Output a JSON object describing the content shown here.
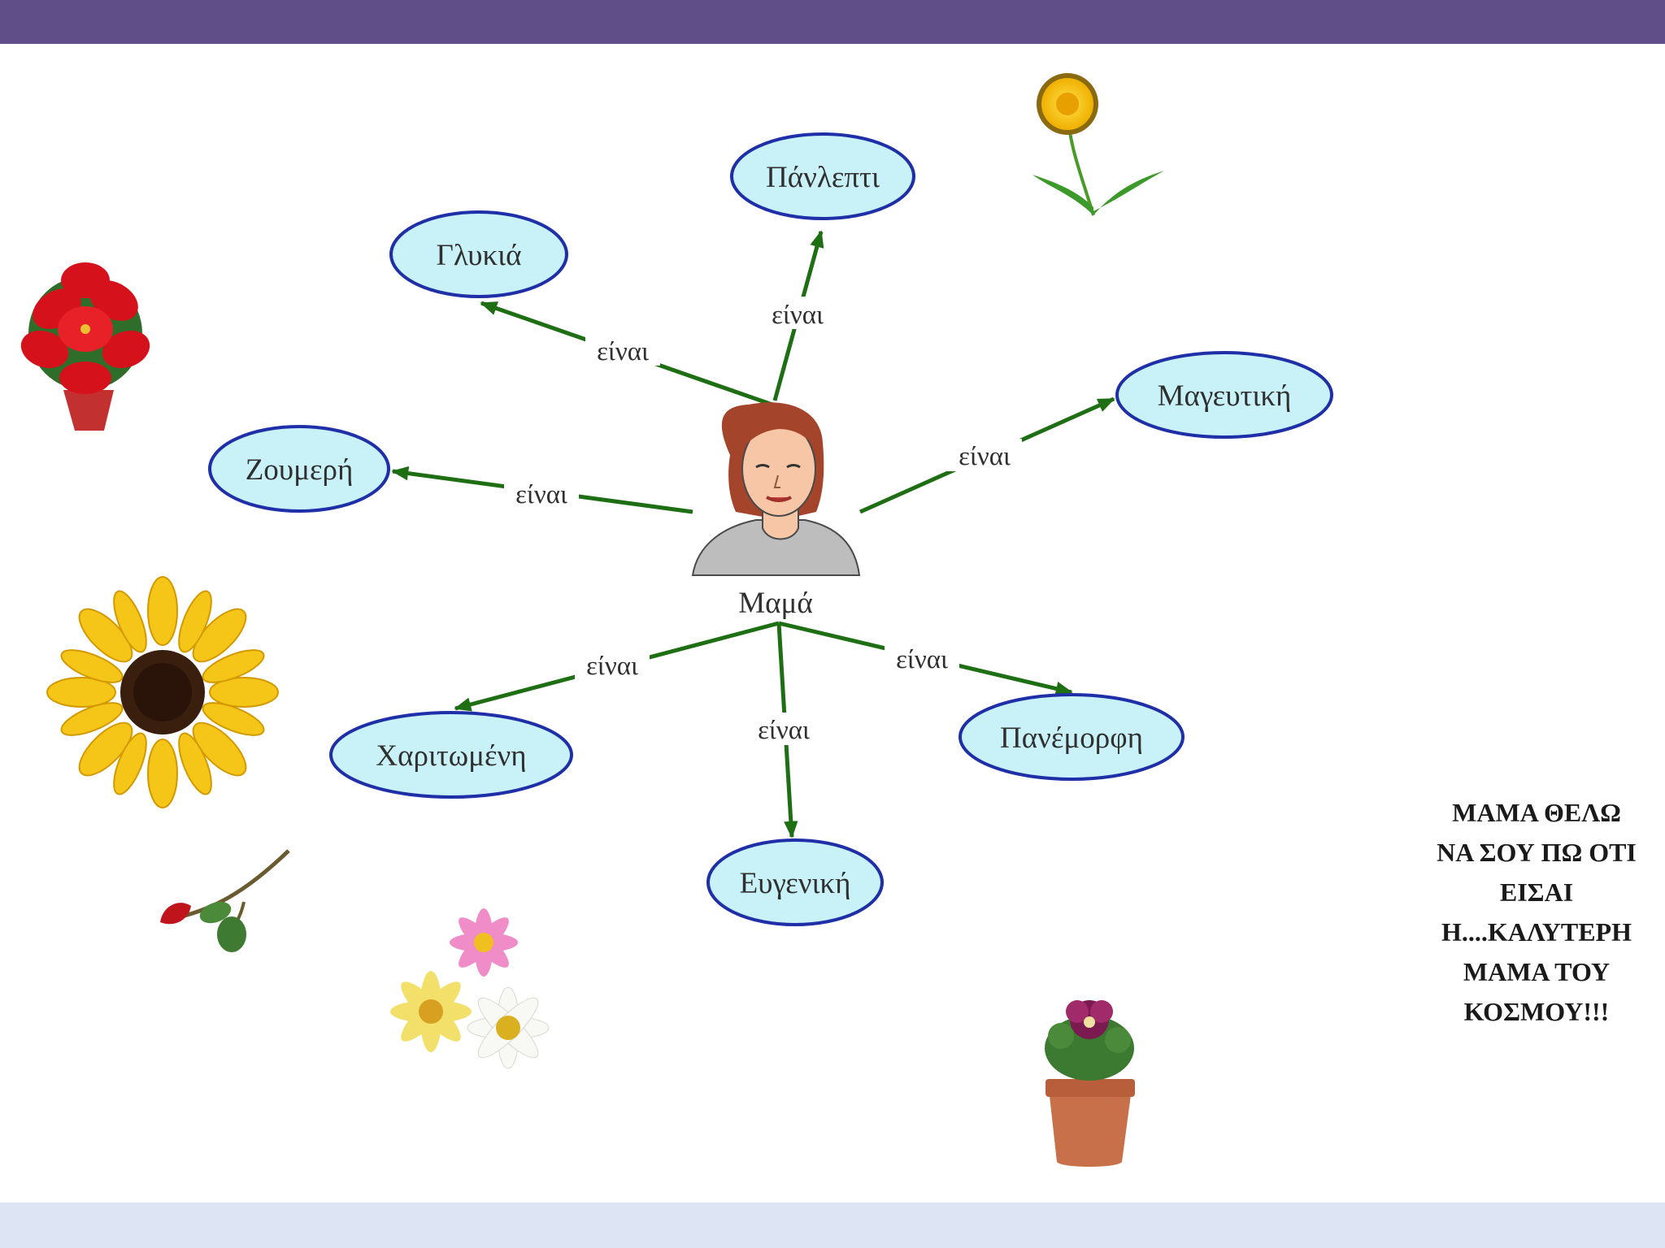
{
  "center": {
    "label": "Μαμά"
  },
  "relation_label": "είναι",
  "nodes": [
    {
      "id": "glykia",
      "label": "Γλυκιά"
    },
    {
      "id": "panlepti",
      "label": "Πάνλεπτι"
    },
    {
      "id": "mageftiki",
      "label": "Μαγευτική"
    },
    {
      "id": "zoumeri",
      "label": "Ζουμερή"
    },
    {
      "id": "charitomeni",
      "label": "Χαριτωμένη"
    },
    {
      "id": "evgeniki",
      "label": "Ευγενική"
    },
    {
      "id": "panemorfi",
      "label": "Πανέμορφη"
    }
  ],
  "edges": [
    {
      "from": "center",
      "to": "glykia",
      "label": "είναι"
    },
    {
      "from": "center",
      "to": "panlepti",
      "label": "είναι"
    },
    {
      "from": "center",
      "to": "mageftiki",
      "label": "είναι"
    },
    {
      "from": "center",
      "to": "zoumeri",
      "label": "είναι"
    },
    {
      "from": "center",
      "to": "charitomeni",
      "label": "είναι"
    },
    {
      "from": "center",
      "to": "evgeniki",
      "label": "είναι"
    },
    {
      "from": "center",
      "to": "panemorfi",
      "label": "είναι"
    }
  ],
  "message": {
    "lines": [
      "ΜΑΜΑ ΘΕΛΩ",
      "ΝΑ ΣΟΥ ΠΩ ΟΤΙ",
      "ΕΙΣΑΙ",
      "Η....ΚΑΛΥΤΕΡΗ",
      "ΜΑΜΑ ΤΟΥ",
      "ΚΟΣΜΟΥ!!!"
    ]
  },
  "colors": {
    "top_bar": "#5f4e87",
    "bottom_bar": "#dde5f4",
    "node_fill": "#c8f2f8",
    "node_stroke": "#1f2fa8",
    "arrow": "#1e6e14",
    "text": "#303030"
  },
  "decorations": [
    "poinsettia-image",
    "dandelion-image",
    "sunflower-image",
    "rosebud-image",
    "daisies-image",
    "pansy-pot-image",
    "mother-portrait-image"
  ]
}
